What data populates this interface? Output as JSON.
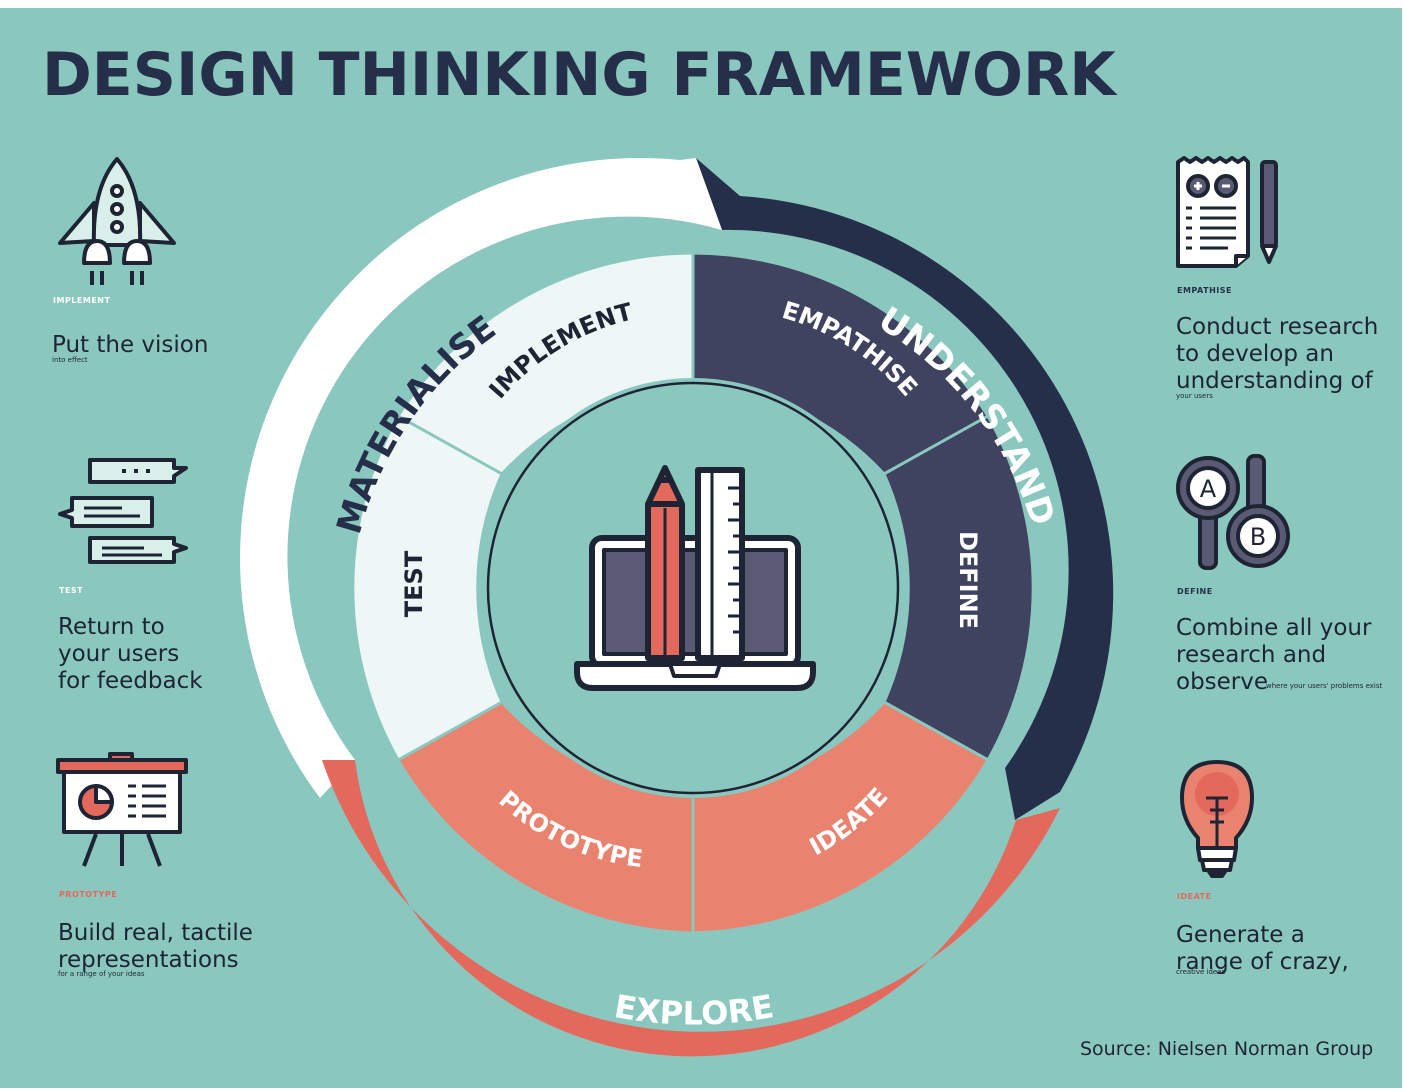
{
  "title": "DESIGN THINKING FRAMEWORK",
  "source": "Source: Nielsen Norman Group",
  "colors": {
    "background": "#8ac8bf",
    "navy": "#262f4a",
    "slate": "#3f4360",
    "coral": "#e2695c",
    "salmon": "#e9836f",
    "white": "#ffffff",
    "mint_white": "#eef7f5"
  },
  "outer_ring": {
    "materialise": "MATERIALISE",
    "understand": "UNDERSTAND",
    "explore": "EXPLORE"
  },
  "inner_ring": {
    "implement": "IMPLEMENT",
    "empathise": "EMPATHISE",
    "define": "DEFINE",
    "ideate": "IDEATE",
    "prototype": "PROTOTYPE",
    "test": "TEST"
  },
  "center_icon": "laptop-pencil-ruler-icon",
  "left_panel": [
    {
      "icon": "rocket-icon",
      "label": "IMPLEMENT",
      "lines": [
        "Put the vision"
      ],
      "small": "into effect"
    },
    {
      "icon": "chat-bubbles-icon",
      "label": "TEST",
      "lines": [
        "Return to",
        "your users",
        "for feedback"
      ],
      "small": ""
    },
    {
      "icon": "presentation-board-icon",
      "label": "PROTOTYPE",
      "lines": [
        "Build real, tactile",
        "representations"
      ],
      "small": "for a range of your ideas"
    }
  ],
  "right_panel": [
    {
      "icon": "checklist-pencil-icon",
      "label": "EMPATHISE",
      "lines": [
        "Conduct research",
        "to develop an",
        "understanding of"
      ],
      "small": "your users"
    },
    {
      "icon": "ab-test-icon",
      "label": "DEFINE",
      "lines": [
        "Combine all your",
        "research and",
        "observe"
      ],
      "small": "where your users' problems exist"
    },
    {
      "icon": "lightbulb-icon",
      "label": "IDEATE",
      "lines": [
        "Generate a",
        "range of crazy,"
      ],
      "small": "creative ideas"
    }
  ]
}
